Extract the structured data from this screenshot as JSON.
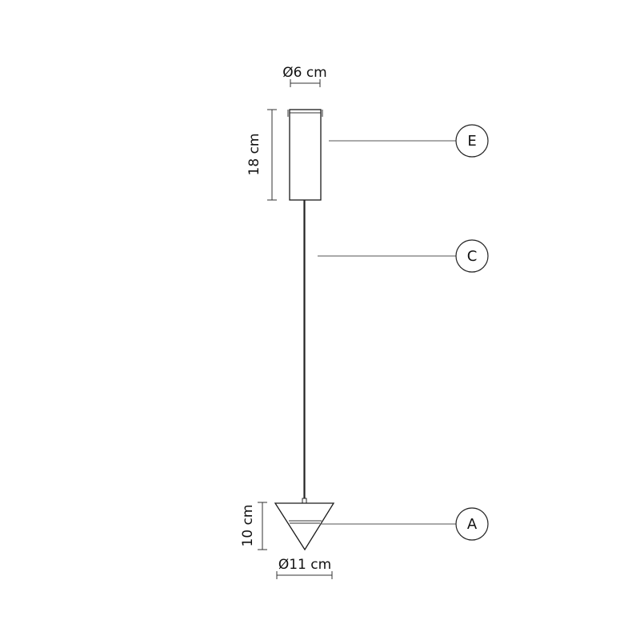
{
  "dimensions": {
    "canopy_diameter": "Ø6 cm",
    "canopy_height": "18 cm",
    "shade_height": "10 cm",
    "shade_diameter": "Ø11 cm"
  },
  "callouts": {
    "canopy": "E",
    "cable": "C",
    "shade": "A"
  },
  "colors": {
    "line": "#333333",
    "background": "#ffffff"
  }
}
